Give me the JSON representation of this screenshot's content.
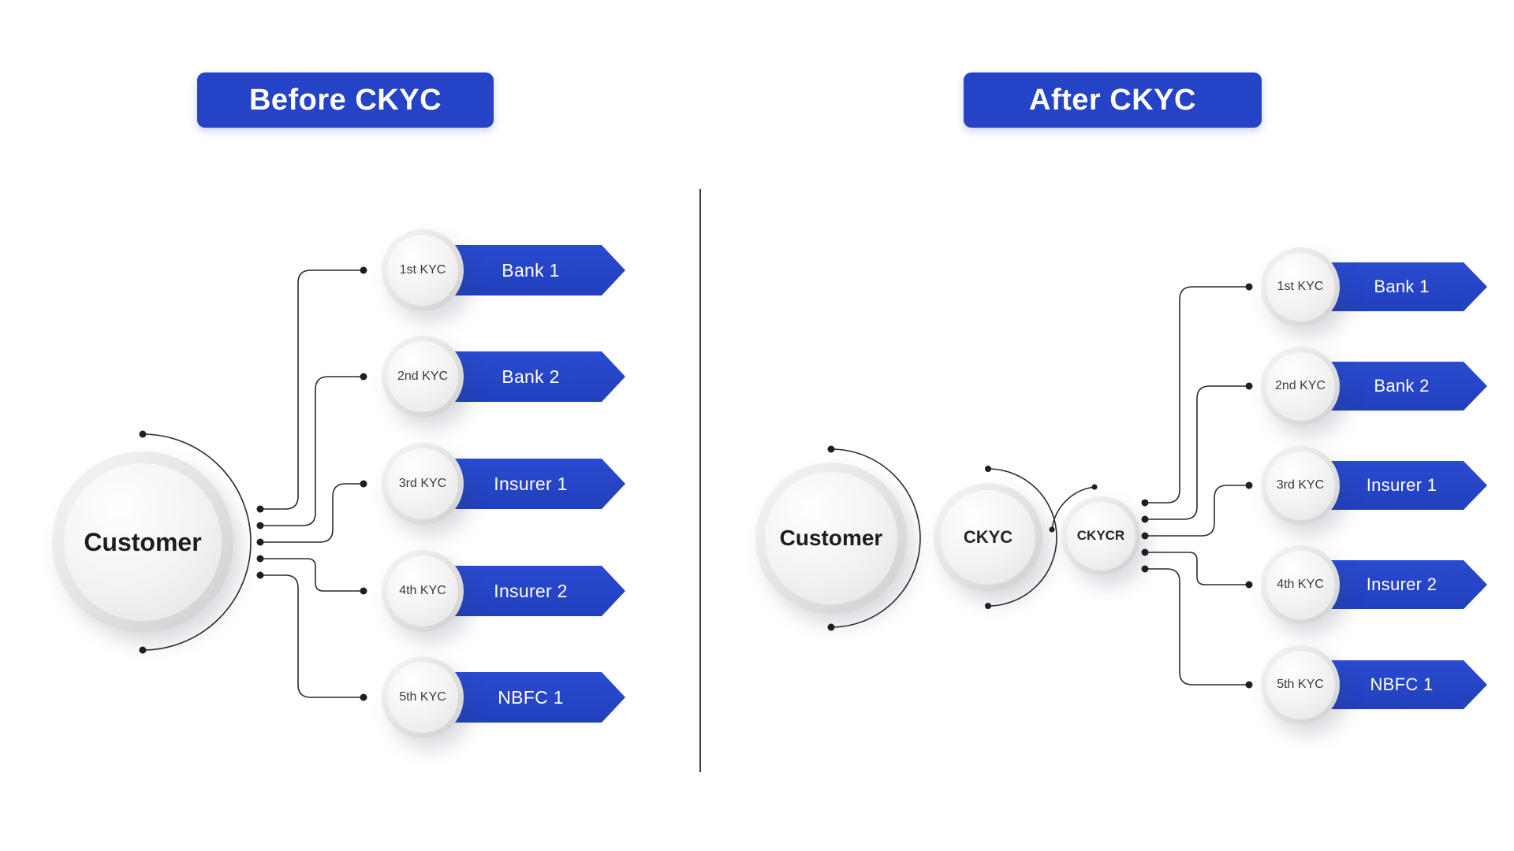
{
  "left": {
    "title": "Before CKYC",
    "customer": "Customer",
    "nodes": [
      {
        "kyc": "1st KYC",
        "entity": "Bank 1"
      },
      {
        "kyc": "2nd KYC",
        "entity": "Bank 2"
      },
      {
        "kyc": "3rd KYC",
        "entity": "Insurer 1"
      },
      {
        "kyc": "4th KYC",
        "entity": "Insurer 2"
      },
      {
        "kyc": "5th KYC",
        "entity": "NBFC 1"
      }
    ]
  },
  "right": {
    "title": "After CKYC",
    "customer": "Customer",
    "hub1": "CKYC",
    "hub2": "CKYCR",
    "nodes": [
      {
        "kyc": "1st KYC",
        "entity": "Bank 1"
      },
      {
        "kyc": "2nd KYC",
        "entity": "Bank 2"
      },
      {
        "kyc": "3rd KYC",
        "entity": "Insurer 1"
      },
      {
        "kyc": "4th KYC",
        "entity": "Insurer 2"
      },
      {
        "kyc": "5th KYC",
        "entity": "NBFC 1"
      }
    ]
  },
  "colors": {
    "accent_blue": "#2443C6"
  }
}
